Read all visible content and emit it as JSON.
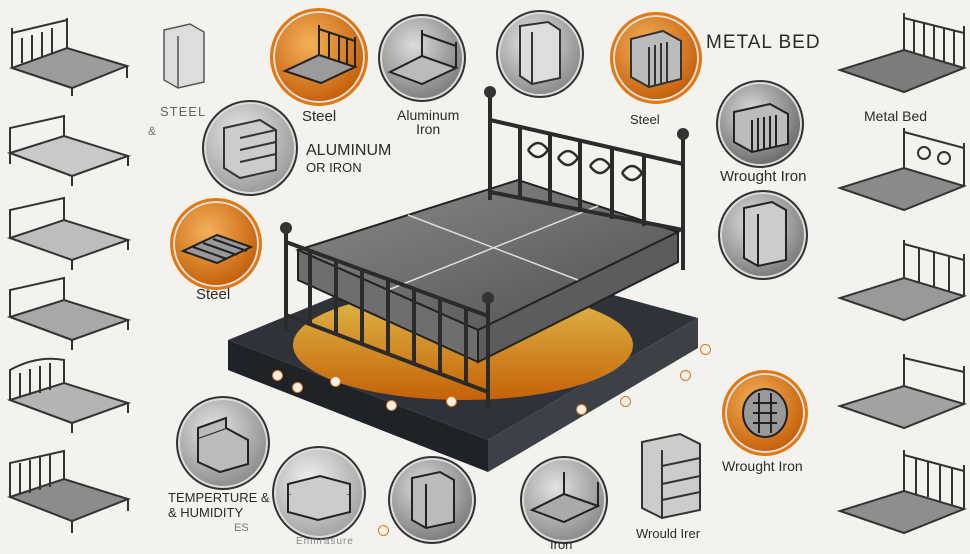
{
  "title": "METAL BED",
  "labels": {
    "steel_left": "STEEL",
    "ampersand": "&",
    "steel_top": "Steel",
    "aluminum_iron": "Aluminum\nIron",
    "aluminum_or_iron_1": "ALUMINUM",
    "aluminum_or_iron_2": "OR IRON",
    "steel_mid": "Steel",
    "steel_small": "Steel",
    "metal_bed_right": "Metal Bed",
    "wrought_iron_1": "Wrought Iron",
    "wrought_iron_2": "Wrought Iron",
    "temperature_1": "TEMPERTURE &",
    "temperature_2": "& HUMIDITY",
    "temperature_3": "ES",
    "bottom_misc": "Enmrasure",
    "iron_bottom": "Iron",
    "wrought_iron_bottom": "Wrould Irer"
  },
  "colors": {
    "accent": "#e07a10",
    "frame": "#333333",
    "platform": "#3d4047"
  }
}
